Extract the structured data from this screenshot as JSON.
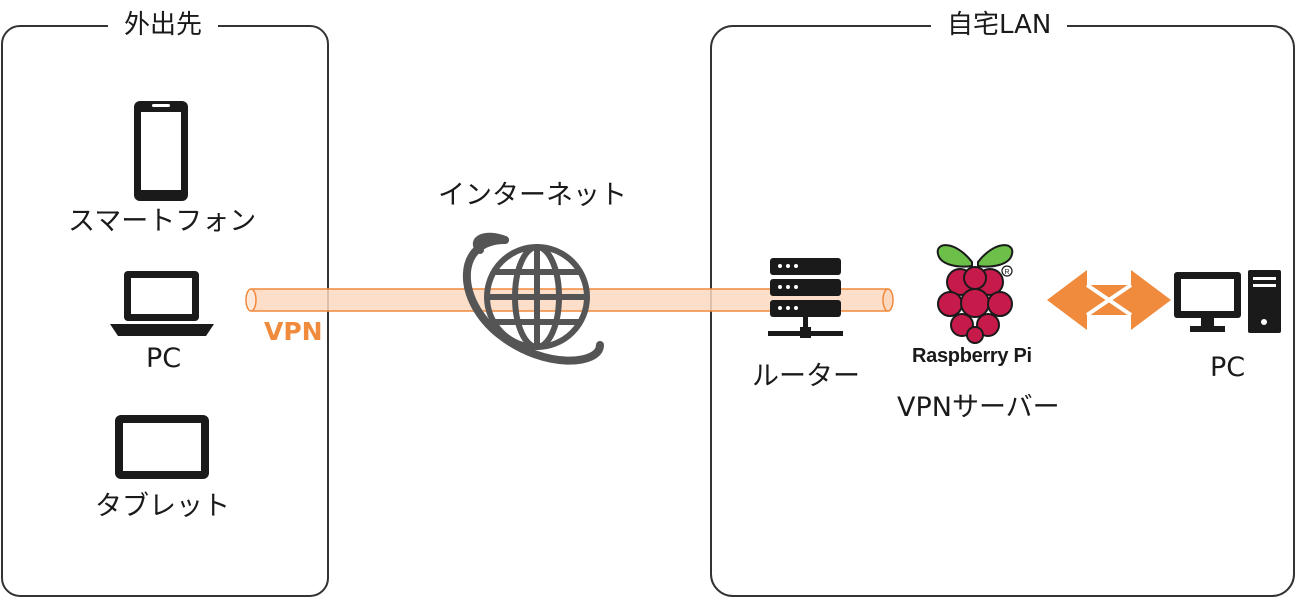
{
  "groups": {
    "outside": {
      "title": "外出先"
    },
    "home": {
      "title": "自宅LAN"
    }
  },
  "devices": {
    "smartphone": {
      "label": "スマートフォン",
      "icon": "smartphone-icon"
    },
    "laptop": {
      "label": "PC",
      "icon": "laptop-icon"
    },
    "tablet": {
      "label": "タブレット",
      "icon": "tablet-icon"
    },
    "router": {
      "label": "ルーター",
      "icon": "router-icon"
    },
    "raspberry": {
      "brand": "Raspberry Pi",
      "label": "VPNサーバー",
      "icon": "raspberry-pi-icon"
    },
    "desktop": {
      "label": "PC",
      "icon": "desktop-pc-icon"
    }
  },
  "internet": {
    "label": "インターネット",
    "icon": "globe-icon"
  },
  "tunnel": {
    "label": "VPN"
  },
  "colors": {
    "accent": "#f08a3c",
    "tunnel_fill": "#fbd8bf",
    "icon": "#1a1a1a",
    "globe": "#555555",
    "raspberry_red": "#c51a4a",
    "raspberry_leaf": "#6cc04a"
  }
}
